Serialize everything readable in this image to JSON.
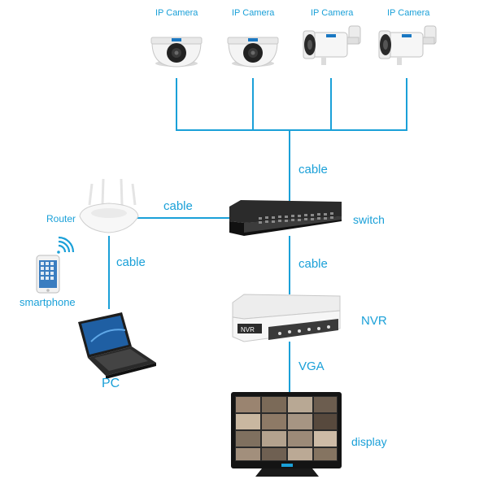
{
  "diagram": {
    "cameras": [
      {
        "label": "IP Camera",
        "kind": "dome"
      },
      {
        "label": "IP Camera",
        "kind": "dome"
      },
      {
        "label": "IP Camera",
        "kind": "bullet"
      },
      {
        "label": "IP Camera",
        "kind": "bullet"
      }
    ],
    "devices": {
      "router": "Router",
      "switch": "switch",
      "nvr": "NVR",
      "display": "display",
      "smartphone": "smartphone",
      "pc": "PC"
    },
    "links": {
      "cameras_to_switch": "cable",
      "router_to_switch": "cable",
      "router_to_pc": "cable",
      "switch_to_nvr": "cable",
      "nvr_to_display": "VGA"
    },
    "colors": {
      "line": "#1aa0d8",
      "text": "#1aa0d8"
    },
    "icons": {
      "wifi": "wifi-icon"
    }
  }
}
